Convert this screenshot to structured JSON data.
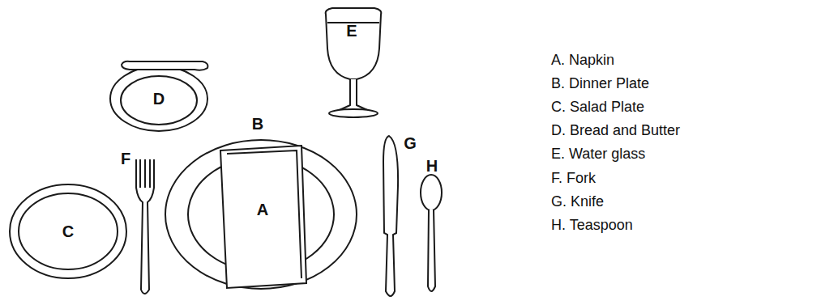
{
  "diagram": {
    "labels": [
      "E",
      "D",
      "B",
      "F",
      "A",
      "G",
      "H",
      "C",
      "A. Napkin",
      "B. Dinner Plate",
      "C. Salad Plate",
      "D. Bread and Butter",
      "E. Water glass",
      "F. Fork",
      "G. Knife",
      "H. Teaspoon"
    ]
  }
}
